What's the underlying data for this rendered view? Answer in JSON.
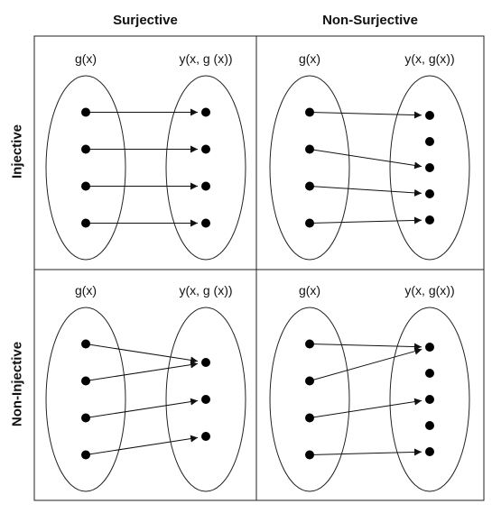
{
  "columns": [
    "Surjective",
    "Non-Surjective"
  ],
  "rows": [
    "Injective",
    "Non-Injective"
  ],
  "quadrants": [
    {
      "domain_label": "g(x)",
      "codomain_label": "y(x, g (x))",
      "domain_points": 4,
      "codomain_points": 4,
      "mapping": [
        0,
        1,
        2,
        3
      ]
    },
    {
      "domain_label": "g(x)",
      "codomain_label": "y(x, g(x))",
      "domain_points": 4,
      "codomain_points": 5,
      "mapping": [
        0,
        2,
        3,
        4
      ]
    },
    {
      "domain_label": "g(x)",
      "codomain_label": "y(x, g (x))",
      "domain_points": 4,
      "codomain_points": 3,
      "mapping": [
        0,
        0,
        1,
        2
      ]
    },
    {
      "domain_label": "g(x)",
      "codomain_label": "y(x, g(x))",
      "domain_points": 4,
      "codomain_points": 5,
      "mapping": [
        0,
        0,
        2,
        4
      ]
    }
  ]
}
